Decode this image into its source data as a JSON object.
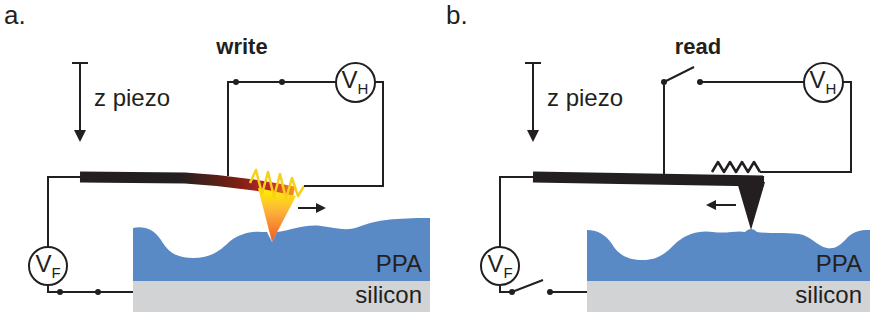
{
  "diagram": {
    "nodes": [
      {
        "text": [
          "V",
          "H"
        ]
      },
      {
        "text": [
          "V",
          "F"
        ]
      },
      {
        "text": [
          "PPA"
        ]
      },
      {
        "text": [
          "silicon"
        ]
      },
      {
        "text": [
          "V",
          "H"
        ]
      },
      {
        "text": [
          "V",
          "F"
        ]
      },
      {
        "text": [
          "PPA"
        ]
      },
      {
        "text": [
          "silicon"
        ]
      }
    ],
    "edges": [
      {
        "from": 1,
        "to": 3,
        "arrow": "none"
      },
      {
        "from": 5,
        "to": 7,
        "arrow": "none"
      }
    ],
    "labels": [
      "a.",
      "write",
      "z piezo",
      "b.",
      "read",
      "z piezo"
    ]
  }
}
